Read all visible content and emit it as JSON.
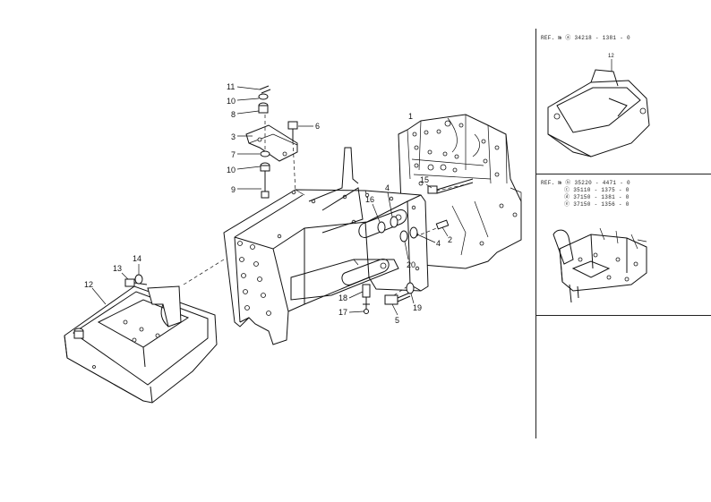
{
  "part_labels": [
    "1",
    "2",
    "3",
    "4",
    "4",
    "5",
    "6",
    "7",
    "8",
    "9",
    "10",
    "10",
    "11",
    "12",
    "13",
    "14",
    "15",
    "16",
    "17",
    "18",
    "19",
    "20"
  ],
  "inset1": {
    "ref": "REF. № ⓐ 34218 - 1381 - 0",
    "label": "12"
  },
  "inset2": {
    "ref_lines": [
      "REF. № ⓑ 35220 - 4471 - 0",
      "ⓒ 35110 - 1375 - 0",
      "ⓓ 37150 - 1381 - 0",
      "ⓔ 37150 - 1356 - 0"
    ]
  }
}
